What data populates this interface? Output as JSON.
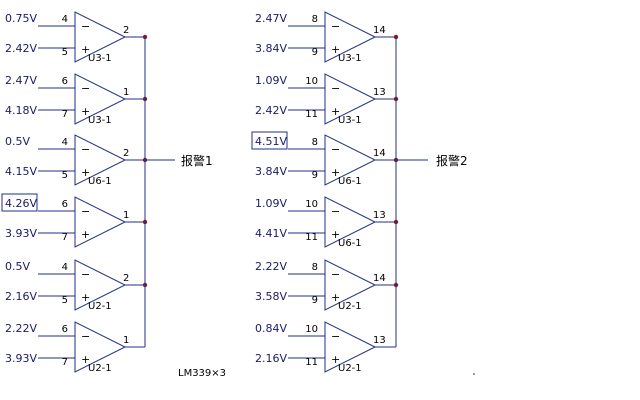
{
  "colors": {
    "wire": "#1f2f8a",
    "node": "#8b1a1a",
    "text": "#000000"
  },
  "groups": [
    {
      "alarm": "报警1",
      "comparators": [
        {
          "minus_voltage": "0.75V",
          "plus_voltage": "2.42V",
          "minus_pin": "4",
          "plus_pin": "5",
          "out_pin": "2",
          "unit": "U3-1",
          "boxed": "none"
        },
        {
          "minus_voltage": "2.47V",
          "plus_voltage": "4.18V",
          "minus_pin": "6",
          "plus_pin": "7",
          "out_pin": "1",
          "unit": "U3-1",
          "boxed": "none"
        },
        {
          "minus_voltage": "0.5V",
          "plus_voltage": "4.15V",
          "minus_pin": "4",
          "plus_pin": "5",
          "out_pin": "2",
          "unit": "U6-1",
          "boxed": "none"
        },
        {
          "minus_voltage": "4.26V",
          "plus_voltage": "3.93V",
          "minus_pin": "6",
          "plus_pin": "7",
          "out_pin": "1",
          "unit": "",
          "boxed": "minus"
        },
        {
          "minus_voltage": "0.5V",
          "plus_voltage": "2.16V",
          "minus_pin": "4",
          "plus_pin": "5",
          "out_pin": "2",
          "unit": "U2-1",
          "boxed": "none"
        },
        {
          "minus_voltage": "2.22V",
          "plus_voltage": "3.93V",
          "minus_pin": "6",
          "plus_pin": "7",
          "out_pin": "1",
          "unit": "U2-1",
          "boxed": "none"
        }
      ]
    },
    {
      "alarm": "报警2",
      "comparators": [
        {
          "minus_voltage": "2.47V",
          "plus_voltage": "3.84V",
          "minus_pin": "8",
          "plus_pin": "9",
          "out_pin": "14",
          "unit": "U3-1",
          "boxed": "none"
        },
        {
          "minus_voltage": "1.09V",
          "plus_voltage": "2.42V",
          "minus_pin": "10",
          "plus_pin": "11",
          "out_pin": "13",
          "unit": "U3-1",
          "boxed": "none"
        },
        {
          "minus_voltage": "4.51V",
          "plus_voltage": "3.84V",
          "minus_pin": "8",
          "plus_pin": "9",
          "out_pin": "14",
          "unit": "U6-1",
          "boxed": "minus"
        },
        {
          "minus_voltage": "1.09V",
          "plus_voltage": "4.41V",
          "minus_pin": "10",
          "plus_pin": "11",
          "out_pin": "13",
          "unit": "U6-1",
          "boxed": "none"
        },
        {
          "minus_voltage": "2.22V",
          "plus_voltage": "3.58V",
          "minus_pin": "8",
          "plus_pin": "9",
          "out_pin": "14",
          "unit": "U2-1",
          "boxed": "none"
        },
        {
          "minus_voltage": "0.84V",
          "plus_voltage": "2.16V",
          "minus_pin": "10",
          "plus_pin": "11",
          "out_pin": "13",
          "unit": "U2-1",
          "boxed": "none"
        }
      ]
    }
  ],
  "minus_sign": "−",
  "plus_sign": "+",
  "chip_note": "LM339×3"
}
